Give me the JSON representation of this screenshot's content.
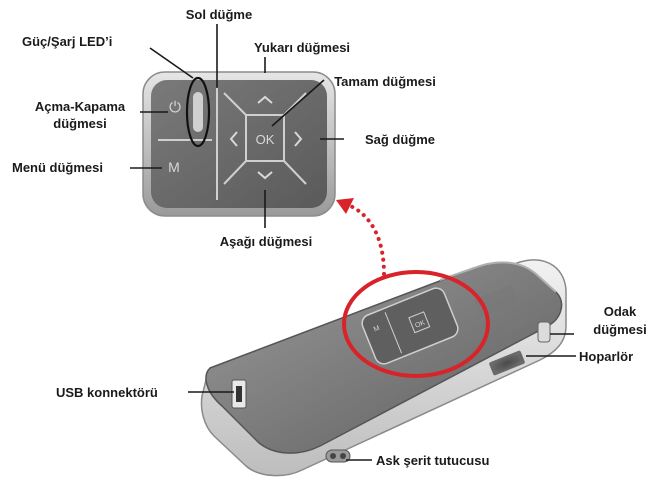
{
  "labels": {
    "sol_dugme": "Sol düğme",
    "guc_sarj_led": "Güç/Şarj LED’i",
    "yukari_dugmesi": "Yukarı düğmesi",
    "tamam_dugmesi": "Tamam düğmesi",
    "acma_kapama_line1": "Açma-Kapama",
    "acma_kapama_line2": "düğmesi",
    "sag_dugme": "Sağ düğme",
    "menu_dugmesi": "Menü düğmesi",
    "asagi_dugmesi": "Aşağı düğmesi",
    "odak_line1": "Odak",
    "odak_line2": "düğmesi",
    "hoparlor": "Hoparlör",
    "usb_konnektoru": "USB konnektörü",
    "ask_serit_tutucusu": "Ask şerit tutucusu"
  },
  "keypad": {
    "ok_label": "OK",
    "menu_label": "M",
    "power_symbol": "⏻"
  },
  "colors": {
    "highlight_red": "#d9232a",
    "keypad_body": "#6b6b6b",
    "device_body": "#7a7a7a",
    "label_text": "#1a1a1a"
  }
}
